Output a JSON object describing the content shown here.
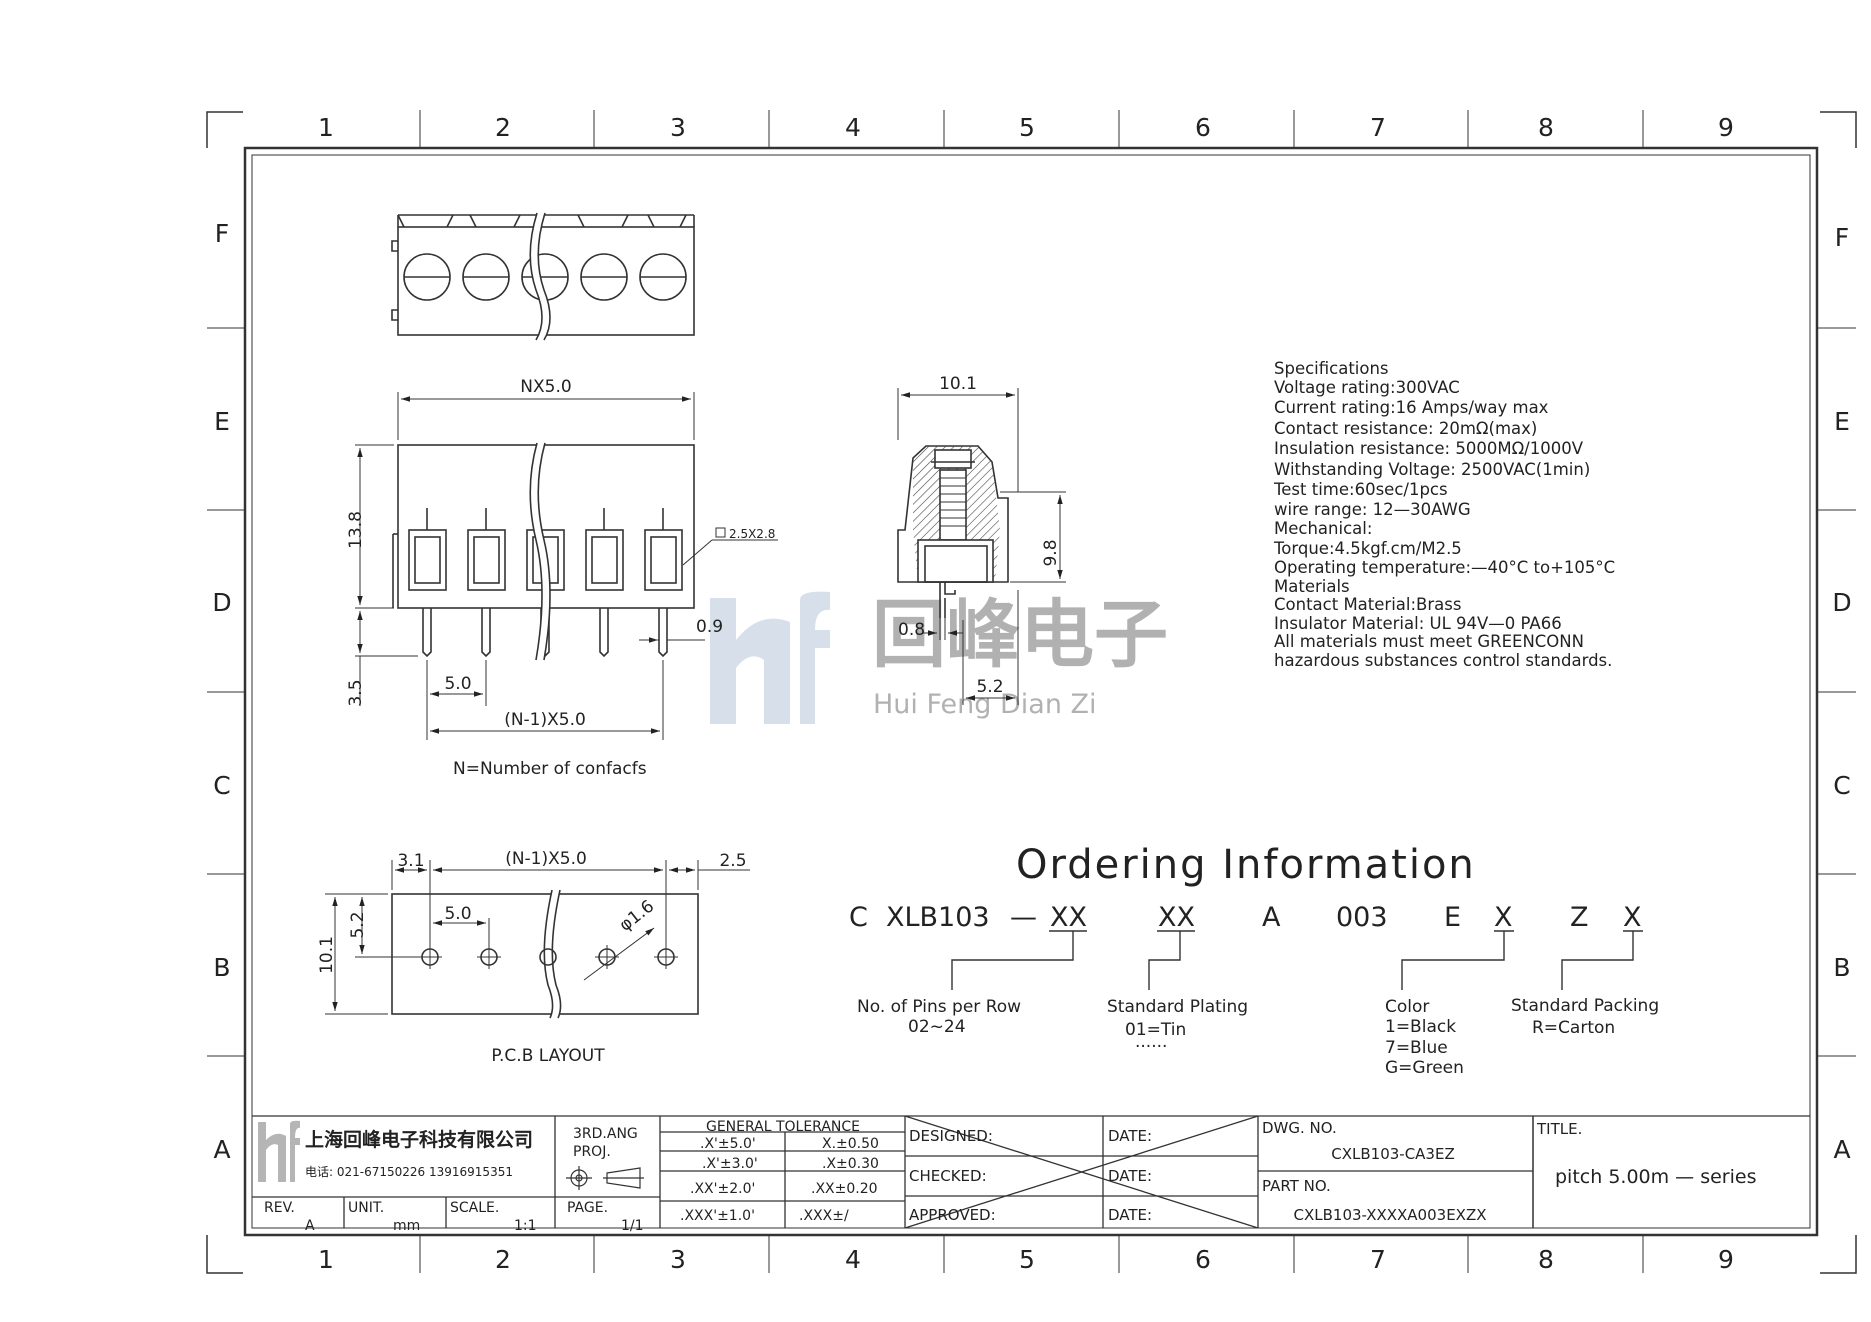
{
  "frame": {
    "columns": [
      "1",
      "2",
      "3",
      "4",
      "5",
      "6",
      "7",
      "8",
      "9"
    ],
    "rows": [
      "F",
      "E",
      "D",
      "C",
      "B",
      "A"
    ]
  },
  "watermark": {
    "cn": "回峰电子",
    "en": "Hui Feng Dian Zi"
  },
  "side_view": {
    "dim_width": "NX5.0",
    "dim_height": "13.8",
    "dim_pin": "3.5",
    "dim_pitch": "5.0",
    "dim_total": "(N-1)X5.0",
    "dim_pin_thick": "0.9",
    "square_note": "2.5X2.8",
    "caption": "N=Number  of  confacfs"
  },
  "end_view": {
    "dim_width": "10.1",
    "dim_height": "9.8",
    "dim_pin_offset": "0.8",
    "dim_bottom": "5.2"
  },
  "specifications": [
    "Specifications",
    "Voltage rating:300VAC",
    "Current rating:16  Amps/way  max",
    "Contact  resistance:  20mΩ(max)",
    "Insulation  resistance:  5000MΩ/1000V",
    "Withstanding  Voltage:  2500VAC(1min)",
    "Test  time:60sec/1pcs",
    "wire  range:  12—30AWG",
    "Mechanical:",
    "Torque:4.5kgf.cm/M2.5",
    "Operating  temperature:—40°C  to+105°C",
    "Materials",
    "Contact  Material:Brass",
    "Insulator  Material:  UL  94V—0  PA66",
    "All  materials  must  meet  GREENCONN",
    "hazardous  substances  control  standards."
  ],
  "pcb_layout": {
    "dim_left": "3.1",
    "dim_total": "(N-1)X5.0",
    "dim_right": "2.5",
    "dim_pitch": "5.0",
    "dim_hole_y": "5.2",
    "dim_height": "10.1",
    "dim_hole": "φ1.6",
    "caption": "P.C.B  LAYOUT"
  },
  "ordering": {
    "title": "Ordering  Information",
    "parts": [
      "C",
      "XLB103",
      "—",
      "XX",
      "XX",
      "A",
      "003",
      "E",
      "X",
      "Z",
      "X"
    ],
    "pins_label": "No.  of  Pins  per  Row",
    "pins_value": "02~24",
    "plating_label": "Standard  Plating",
    "plating_value": "01=Tin",
    "plating_more": "......",
    "color_label": "Color",
    "color_values": [
      "1=Black",
      "7=Blue",
      "G=Green"
    ],
    "packing_label": "Standard  Packing",
    "packing_value": "R=Carton"
  },
  "title_block": {
    "company_cn": "上海回峰电子科技有限公司",
    "company_phone": "电话: 021-67150226  13916915351",
    "rev_label": "REV.",
    "rev_value": "A",
    "unit_label": "UNIT.",
    "unit_value": "mm",
    "scale_label": "SCALE.",
    "scale_value": "1:1",
    "proj_label_1": "3RD.ANG",
    "proj_label_2": "PROJ.",
    "page_label": "PAGE.",
    "page_value": "1/1",
    "tol_title": "GENERAL  TOLERANCE",
    "tol_rows": [
      [
        ".X'±5.0'",
        "X.±0.50"
      ],
      [
        ".X'±3.0'",
        ".X±0.30"
      ],
      [
        ".XX'±2.0'",
        ".XX±0.20"
      ],
      [
        ".XXX'±1.0'",
        ".XXX±/"
      ]
    ],
    "designed": "DESIGNED:",
    "checked": "CHECKED:",
    "approved": "APPROVED:",
    "date": "DATE:",
    "dwg_label": "DWG.  NO.",
    "dwg_value": "CXLB103-CA3EZ",
    "part_label": "PART  NO.",
    "part_value": "CXLB103-XXXXA003EXZX",
    "title_label": "TITLE.",
    "title_value": "pitch  5.00m  —  series"
  }
}
